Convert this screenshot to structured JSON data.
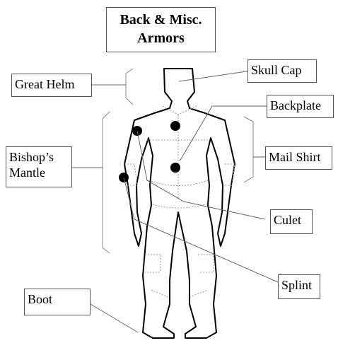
{
  "title": {
    "line1": "Back & Misc.",
    "line2": "Armors"
  },
  "labels": {
    "great_helm": "Great Helm",
    "skull_cap": "Skull Cap",
    "backplate": "Backplate",
    "bishops_mantle_line1": "Bishop’s",
    "bishops_mantle_line2": "Mantle",
    "mail_shirt": "Mail Shirt",
    "culet": "Culet",
    "splint": "Splint",
    "boot": "Boot"
  }
}
